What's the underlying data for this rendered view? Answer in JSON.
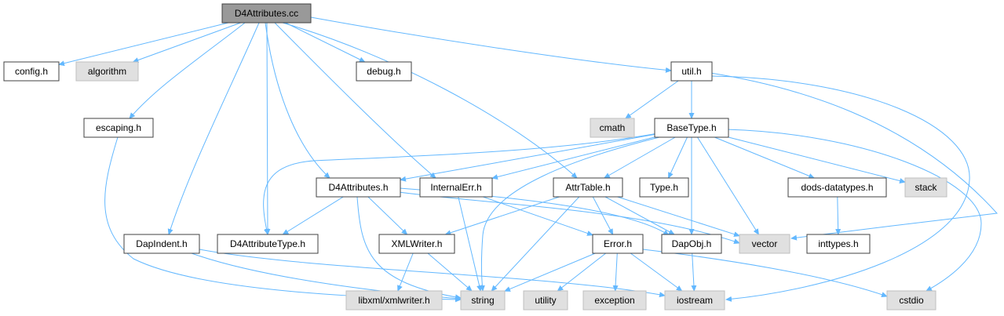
{
  "colors": {
    "edge": "#63b8ff",
    "node_border": "#404040",
    "focus_fill": "#999999",
    "system_fill": "#e0e0e0",
    "normal_fill": "#ffffff"
  },
  "nodes": [
    {
      "id": "d4attr_cc",
      "label": "D4Attributes.cc",
      "kind": "focus"
    },
    {
      "id": "config_h",
      "label": "config.h",
      "kind": "normal"
    },
    {
      "id": "algorithm",
      "label": "algorithm",
      "kind": "system"
    },
    {
      "id": "debug_h",
      "label": "debug.h",
      "kind": "normal"
    },
    {
      "id": "util_h",
      "label": "util.h",
      "kind": "normal"
    },
    {
      "id": "escaping_h",
      "label": "escaping.h",
      "kind": "normal"
    },
    {
      "id": "cmath",
      "label": "cmath",
      "kind": "system"
    },
    {
      "id": "basetype_h",
      "label": "BaseType.h",
      "kind": "normal"
    },
    {
      "id": "d4attributes_h",
      "label": "D4Attributes.h",
      "kind": "normal"
    },
    {
      "id": "internalerr_h",
      "label": "InternalErr.h",
      "kind": "normal"
    },
    {
      "id": "attrtable_h",
      "label": "AttrTable.h",
      "kind": "normal"
    },
    {
      "id": "type_h",
      "label": "Type.h",
      "kind": "normal"
    },
    {
      "id": "dodsdatatypes_h",
      "label": "dods-datatypes.h",
      "kind": "normal"
    },
    {
      "id": "stack",
      "label": "stack",
      "kind": "system"
    },
    {
      "id": "dapindent_h",
      "label": "DapIndent.h",
      "kind": "normal"
    },
    {
      "id": "d4attrtype_h",
      "label": "D4AttributeType.h",
      "kind": "normal"
    },
    {
      "id": "xmlwriter_h",
      "label": "XMLWriter.h",
      "kind": "normal"
    },
    {
      "id": "error_h",
      "label": "Error.h",
      "kind": "normal"
    },
    {
      "id": "dapobj_h",
      "label": "DapObj.h",
      "kind": "normal"
    },
    {
      "id": "vector",
      "label": "vector",
      "kind": "system"
    },
    {
      "id": "inttypes_h",
      "label": "inttypes.h",
      "kind": "normal"
    },
    {
      "id": "libxml_h",
      "label": "libxml/xmlwriter.h",
      "kind": "system"
    },
    {
      "id": "string",
      "label": "string",
      "kind": "system"
    },
    {
      "id": "utility",
      "label": "utility",
      "kind": "system"
    },
    {
      "id": "exception",
      "label": "exception",
      "kind": "system"
    },
    {
      "id": "iostream",
      "label": "iostream",
      "kind": "system"
    },
    {
      "id": "cstdio",
      "label": "cstdio",
      "kind": "system"
    }
  ],
  "edges": [
    [
      "d4attr_cc",
      "config_h"
    ],
    [
      "d4attr_cc",
      "algorithm"
    ],
    [
      "d4attr_cc",
      "debug_h"
    ],
    [
      "d4attr_cc",
      "util_h"
    ],
    [
      "d4attr_cc",
      "escaping_h"
    ],
    [
      "d4attr_cc",
      "d4attributes_h"
    ],
    [
      "d4attr_cc",
      "internalerr_h"
    ],
    [
      "d4attr_cc",
      "attrtable_h"
    ],
    [
      "d4attr_cc",
      "dapindent_h"
    ],
    [
      "d4attr_cc",
      "d4attrtype_h"
    ],
    [
      "util_h",
      "cmath"
    ],
    [
      "util_h",
      "basetype_h"
    ],
    [
      "util_h",
      "iostream"
    ],
    [
      "util_h",
      "vector"
    ],
    [
      "escaping_h",
      "string"
    ],
    [
      "basetype_h",
      "d4attributes_h"
    ],
    [
      "basetype_h",
      "internalerr_h"
    ],
    [
      "basetype_h",
      "attrtable_h"
    ],
    [
      "basetype_h",
      "type_h"
    ],
    [
      "basetype_h",
      "dodsdatatypes_h"
    ],
    [
      "basetype_h",
      "stack"
    ],
    [
      "basetype_h",
      "d4attrtype_h"
    ],
    [
      "basetype_h",
      "dapobj_h"
    ],
    [
      "basetype_h",
      "vector"
    ],
    [
      "basetype_h",
      "string"
    ],
    [
      "basetype_h",
      "cstdio"
    ],
    [
      "d4attributes_h",
      "d4attrtype_h"
    ],
    [
      "d4attributes_h",
      "xmlwriter_h"
    ],
    [
      "d4attributes_h",
      "dapobj_h"
    ],
    [
      "d4attributes_h",
      "vector"
    ],
    [
      "d4attributes_h",
      "string"
    ],
    [
      "internalerr_h",
      "error_h"
    ],
    [
      "internalerr_h",
      "string"
    ],
    [
      "attrtable_h",
      "xmlwriter_h"
    ],
    [
      "attrtable_h",
      "error_h"
    ],
    [
      "attrtable_h",
      "dapobj_h"
    ],
    [
      "attrtable_h",
      "vector"
    ],
    [
      "attrtable_h",
      "string"
    ],
    [
      "dodsdatatypes_h",
      "inttypes_h"
    ],
    [
      "dapindent_h",
      "iostream"
    ],
    [
      "dapindent_h",
      "string"
    ],
    [
      "xmlwriter_h",
      "libxml_h"
    ],
    [
      "xmlwriter_h",
      "string"
    ],
    [
      "error_h",
      "string"
    ],
    [
      "error_h",
      "utility"
    ],
    [
      "error_h",
      "exception"
    ],
    [
      "error_h",
      "iostream"
    ],
    [
      "error_h",
      "cstdio"
    ],
    [
      "dapobj_h",
      "iostream"
    ]
  ]
}
